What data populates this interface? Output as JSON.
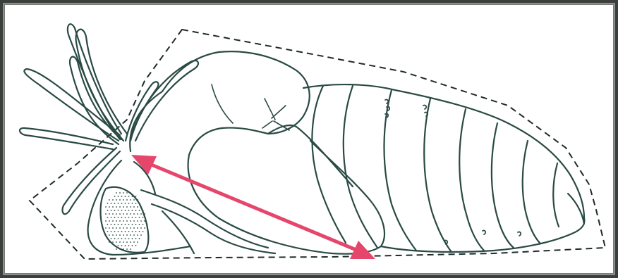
{
  "figure": {
    "colors": {
      "frame_outer": "#3a3f3c",
      "frame_inner": "#7a7e7b",
      "background": "#ffffff",
      "line": "#2a4a44",
      "outline_dashed": "#1f2a28",
      "arrow": "#e5466b"
    },
    "arrow": {
      "style": "double-headed"
    },
    "outline": {
      "style": "dashed"
    },
    "segments": {
      "count": 8
    },
    "appendages": {
      "count": 8
    }
  }
}
